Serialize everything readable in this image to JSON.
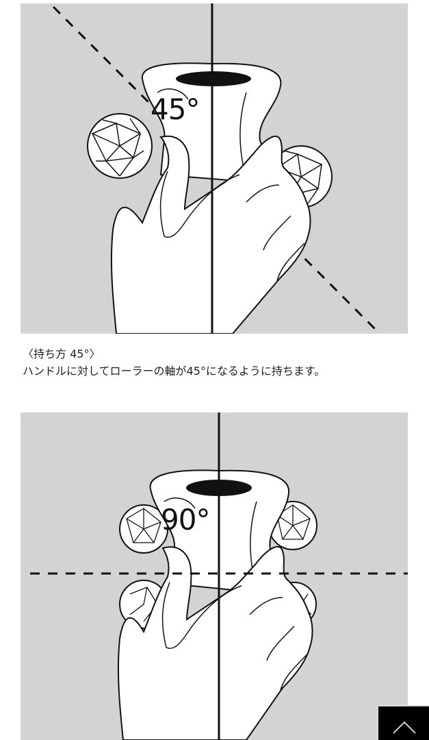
{
  "figures": [
    {
      "id": "hold-45",
      "angle_label": "45°",
      "background_color": "#d3d2d4"
    },
    {
      "id": "hold-90",
      "angle_label": "90°",
      "background_color": "#d3d2d4"
    }
  ],
  "caption": {
    "title": "〈持ち方 45°〉",
    "description": "ハンドルに対してローラーの軸が45°になるように持ちます。"
  },
  "back_to_top": {
    "icon": "chevron-up-icon",
    "background_color": "#000000"
  }
}
